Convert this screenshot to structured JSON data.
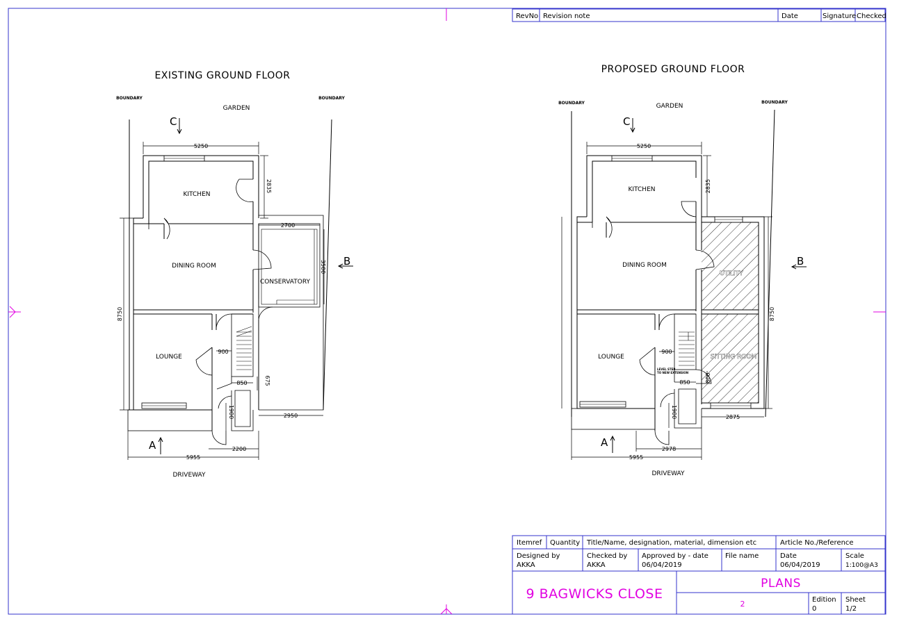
{
  "revision_table": {
    "headers": [
      "RevNo",
      "Revision note",
      "Date",
      "Signature",
      "Checked"
    ]
  },
  "existing": {
    "title": "EXISTING  GROUND  FLOOR",
    "labels": {
      "boundary_left": "BOUNDARY",
      "boundary_right": "BOUNDARY",
      "garden": "GARDEN",
      "driveway": "DRIVEWAY",
      "section_c": "C",
      "section_b": "B",
      "section_a": "A"
    },
    "rooms": [
      "KITCHEN",
      "DINING ROOM",
      "CONSERVATORY",
      "LOUNGE"
    ],
    "dims": {
      "d5250": "5250",
      "d2835": "2835",
      "d2700": "2700",
      "d3500": "3500",
      "d8750": "8750",
      "d900": "900",
      "d850": "850",
      "d675": "675",
      "d1900": "1900",
      "d2950": "2950",
      "d2200": "2200",
      "d5955": "5955"
    }
  },
  "proposed": {
    "title": "PROPOSED  GROUND  FLOOR",
    "labels": {
      "boundary_left": "BOUNDARY",
      "boundary_right": "BOUNDARY",
      "garden": "GARDEN",
      "driveway": "DRIVEWAY",
      "section_c": "C",
      "section_b": "B",
      "section_a": "A",
      "level_note_1": "LEVEL STEP",
      "level_note_2": "TO NEW EXTENSION"
    },
    "rooms": [
      "KITCHEN",
      "DINING ROOM",
      "UTILITY",
      "LOUNGE",
      "SITTING ROOM"
    ],
    "dims": {
      "d5250": "5250",
      "d2835": "2835",
      "d8750": "8750",
      "d900": "900",
      "d850": "850",
      "d800": "800",
      "d1900": "1900",
      "d2875": "2875",
      "d2978": "2978",
      "d5955": "5955"
    }
  },
  "title_block": {
    "itemref": "Itemref",
    "quantity": "Quantity",
    "title_name": "Title/Name, designation, material, dimension etc",
    "article": "Article No./Reference",
    "designed_by_label": "Designed by",
    "designed_by": "AKKA",
    "checked_by_label": "Checked by",
    "checked_by": "AKKA",
    "approved_label": "Approved by - date",
    "approved": "06/04/2019",
    "file_name_label": "File name",
    "date_label": "Date",
    "date": "06/04/2019",
    "scale_label": "Scale",
    "scale": "1:100@A3",
    "project": "9 BAGWICKS CLOSE",
    "drawing_title": "PLANS",
    "drawing_no": "2",
    "edition_label": "Edition",
    "edition": "0",
    "sheet_label": "Sheet",
    "sheet": "1/2"
  },
  "colors": {
    "frame": "#3333cc",
    "magenta": "#e100e1",
    "line": "#000000"
  }
}
